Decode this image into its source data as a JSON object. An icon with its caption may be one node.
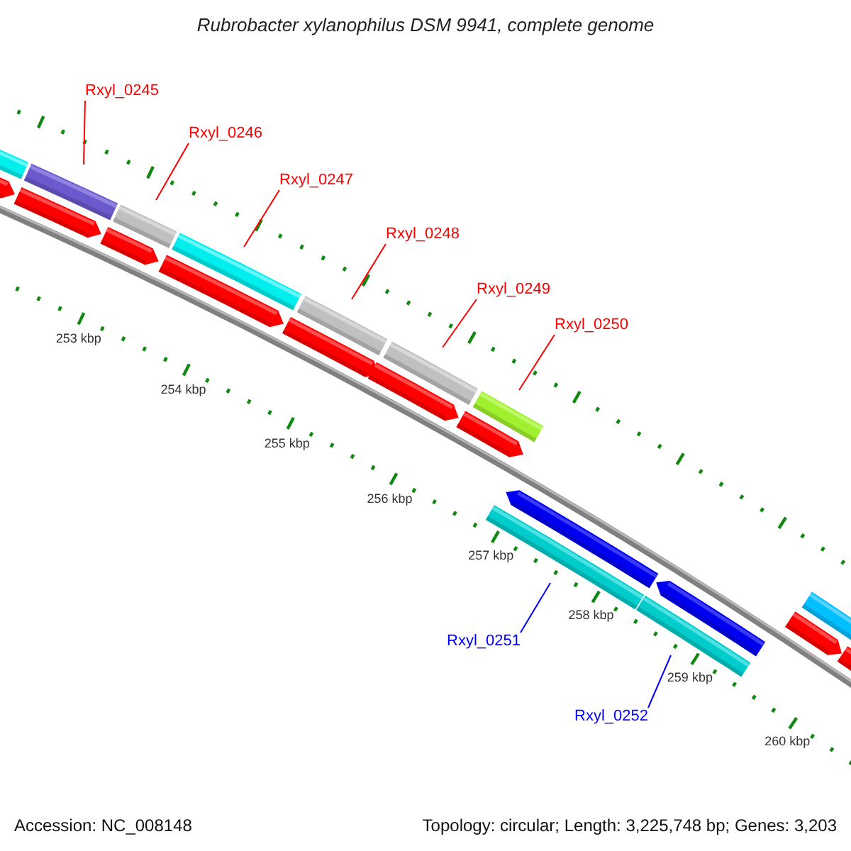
{
  "diagram": {
    "title": "Rubrobacter xylanophilus DSM 9941, complete genome",
    "nodes": [
      {
        "text": [
          "Rxyl_0245"
        ]
      },
      {
        "text": [
          "Rxyl_0246"
        ]
      },
      {
        "text": [
          "Rxyl_0247"
        ]
      },
      {
        "text": [
          "Rxyl_0248"
        ]
      },
      {
        "text": [
          "Rxyl_0249"
        ]
      },
      {
        "text": [
          "Rxyl_0250"
        ]
      },
      {
        "text": [
          "Rxyl_0251"
        ]
      },
      {
        "text": [
          "Rxyl_0252"
        ]
      }
    ],
    "edges": [
      {
        "from": 0,
        "to": null,
        "arrow": "none"
      },
      {
        "from": 1,
        "to": null,
        "arrow": "none"
      },
      {
        "from": 2,
        "to": null,
        "arrow": "none"
      },
      {
        "from": 3,
        "to": null,
        "arrow": "none"
      },
      {
        "from": 4,
        "to": null,
        "arrow": "none"
      },
      {
        "from": 5,
        "to": null,
        "arrow": "none"
      },
      {
        "from": 6,
        "to": null,
        "arrow": "none",
        "color": "#0000ff"
      },
      {
        "from": 7,
        "to": null,
        "arrow": "none",
        "color": "#0000ff"
      }
    ],
    "labels": [
      "253 kbp",
      "254 kbp",
      "255 kbp",
      "256 kbp",
      "257 kbp",
      "258 kbp",
      "259 kbp",
      "260 kbp",
      "Accession: NC_008148",
      "Topology: circular; Length: 3,225,748 bp; Genes: 3,203"
    ]
  }
}
